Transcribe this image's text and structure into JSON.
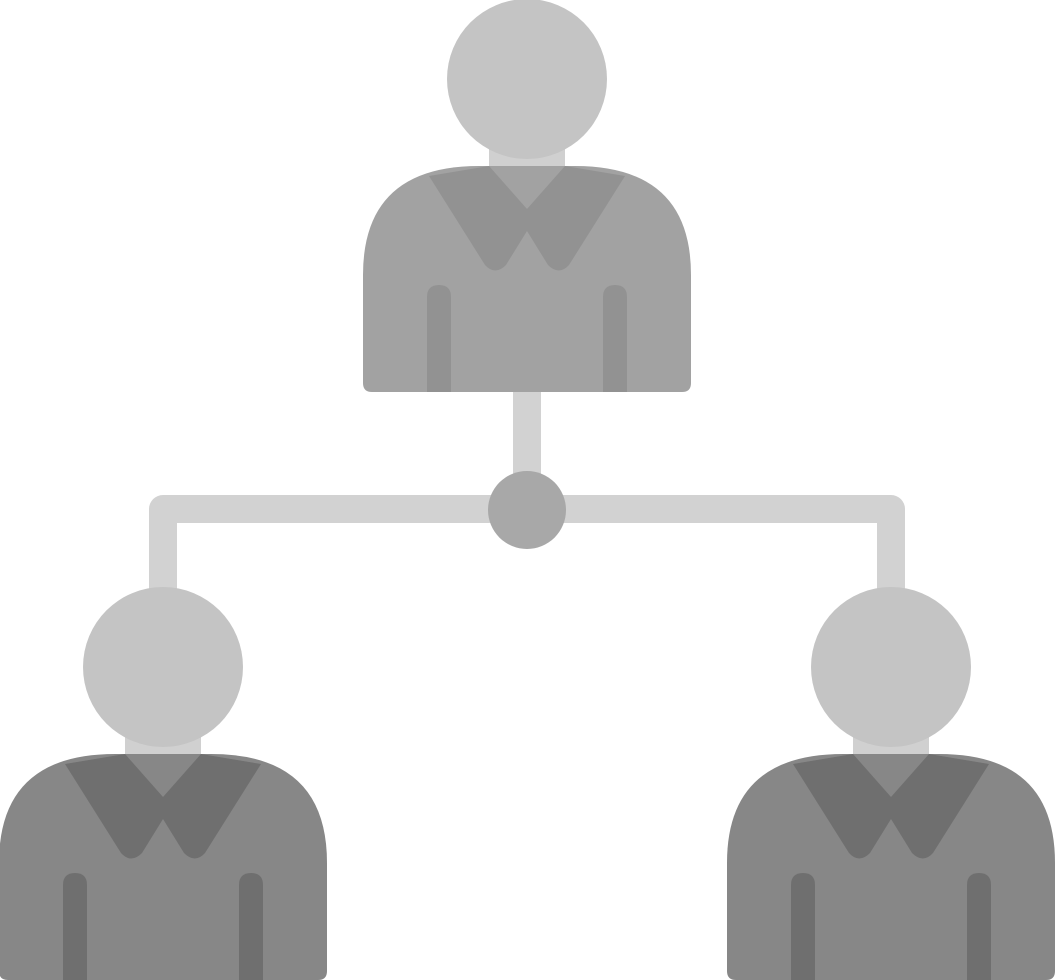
{
  "icon": {
    "name": "org-hierarchy-icon",
    "colors": {
      "background": "#ffffff",
      "connector": "#d2d2d2",
      "hub": "#a8a8a8",
      "head": "#c4c4c4",
      "neck": "#d0d0d0",
      "top_body": "#a2a2a2",
      "top_collar": "#929292",
      "bottom_body": "#878787",
      "bottom_collar": "#6f6f6f"
    },
    "people": [
      {
        "role": "manager",
        "icon_name": "manager-person-icon"
      },
      {
        "role": "subordinate-left",
        "icon_name": "subordinate-person-icon"
      },
      {
        "role": "subordinate-right",
        "icon_name": "subordinate-person-icon"
      }
    ]
  }
}
